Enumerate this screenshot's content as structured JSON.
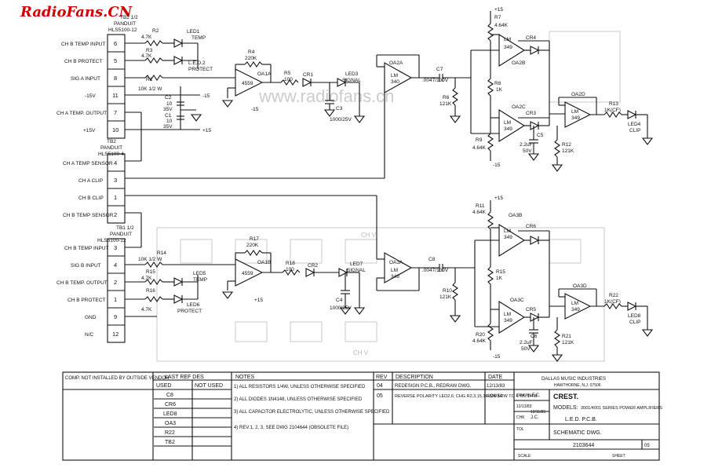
{
  "watermark": "RadioFans.CN",
  "center_watermark": "www.radiofans.cn",
  "tb2": {
    "ref": "TB2 1/2",
    "name": "PANDUIT",
    "part": "HLS5100-12",
    "pins": [
      {
        "num": "6",
        "label": "CH B TEMP INPUT"
      },
      {
        "num": "5",
        "label": "CH B PROTECT"
      },
      {
        "num": "8",
        "label": "SIG A INPUT"
      },
      {
        "num": "11",
        "label": "-15V"
      },
      {
        "num": "7",
        "label": "CH A TEMP. OUTPUT"
      },
      {
        "num": "10",
        "label": "+15V"
      }
    ]
  },
  "tb2b": {
    "ref": "TB2",
    "name": "PANDUIT",
    "part": "HLS5100-4",
    "pins": [
      {
        "num": "4",
        "label": "CH A TEMP SENSOR"
      },
      {
        "num": "3",
        "label": "CH A CLIP"
      },
      {
        "num": "1",
        "label": "CH B CLIP"
      },
      {
        "num": "2",
        "label": "CH B TEMP SENSOR"
      }
    ]
  },
  "tb1": {
    "ref": "TB1 1/2",
    "name": "PANDUIT",
    "part": "HLS5100-12",
    "pins": [
      {
        "num": "3",
        "label": "CH B TEMP INPUT"
      },
      {
        "num": "4",
        "label": "SIG B INPUT"
      },
      {
        "num": "2",
        "label": "CH B TEMP. OUTPUT"
      },
      {
        "num": "1",
        "label": "CH B PROTECT"
      },
      {
        "num": "9",
        "label": "GND"
      },
      {
        "num": "12",
        "label": "N/C"
      }
    ]
  },
  "parts": {
    "r2": "R2",
    "r2v": "4.7K",
    "led1": "LED1",
    "led1f": "TEMP",
    "r3": "R3",
    "r3v": "4.7K",
    "led2": "L.E.D.2",
    "led2f": "PROTECT",
    "r1": "R1",
    "r1v": "10K 1/2 W",
    "c2": "C2",
    "c2v": "10",
    "c2v2": "35V",
    "c1": "C1",
    "c1v": "10",
    "c1v2": "35V",
    "m15": "-15",
    "p15": "+15",
    "r4": "R4",
    "r4v": "220K",
    "oa1a": "OA1A",
    "ic1": "4559",
    "r5": "R5",
    "r5v": "100",
    "cr1": "CR1",
    "led3": "LED3",
    "led3f": "SIGNAL",
    "c3": "C3",
    "c3v": "1000/25V",
    "oa2a": "OA2A",
    "lm": "LM",
    "lm340": "340",
    "c7": "C7",
    "c7v": ".0047/100V",
    "r6": "R6",
    "r6v": "121K",
    "r7": "R7",
    "r7v": "4.64K",
    "lm349": "349",
    "oa2b": "OA2B",
    "cr4": "CR4",
    "r8": "R8",
    "r8v": "1K",
    "oa2c": "OA2C",
    "cr3": "CR3",
    "r9": "R9",
    "r9v": "4.64K",
    "c5": "C5",
    "c5v": "2.2uF",
    "c5v2": "50V",
    "r12": "R12",
    "r12v": "121K",
    "oa2d": "OA2D",
    "r13": "R13",
    "r13v": "1K(CF)",
    "led4": "LED4",
    "led4f": "CLIP",
    "r11": "R11",
    "r11v": "4.64K",
    "oa3b": "OA3B",
    "cr6": "CR6",
    "r17": "R17",
    "r17v": "220K",
    "oa1b": "OA1B",
    "r18": "R18",
    "r18v": "100",
    "cr2": "CR2",
    "led7": "LED7",
    "led7f": "SIGNAL",
    "c4": "C4",
    "c4v": "1000/25V",
    "oa3a": "OA3A",
    "lm349b": "349",
    "c8": "C8",
    "c8v": ".0047/100V",
    "r10": "R10",
    "r10v": "121K",
    "r15": "R15",
    "r15v": "1K",
    "oa3c": "OA3C",
    "cr5": "CR5",
    "r20": "R20",
    "r20v": "4.64K",
    "c6": "C6",
    "c6v": "2.2uF",
    "c6v2": "50V",
    "r21": "R21",
    "r21v": "121K",
    "oa3d": "OA3D",
    "r22": "R22",
    "r22v": "1K(CF)",
    "led8": "LED8",
    "led8f": "CLIP",
    "r14": "R14",
    "r14v": "10K 1/2 W",
    "led5": "LED5",
    "led5f": "TEMP",
    "r15b": "R15",
    "r15bv": "4.7K",
    "r16": "R16",
    "r16v": "4.7K",
    "led6": "LED6",
    "led6f": "PROTECT"
  },
  "title_block": {
    "comp_note": "COMP. NOT INSTALLED BY OUTSIDE VENDOR",
    "last_ref_header": "LAST REF DES",
    "used_header": "USED",
    "not_used_header": "NOT USED",
    "last_refs": [
      "C8",
      "CR6",
      "LED8",
      "OA3",
      "R22",
      "TB2"
    ],
    "notes_header": "NOTES",
    "notes": [
      "1) ALL RESISTORS 1/4W, UNLESS OTHERWISE SPECIFIED",
      "2) ALL DIODES 1N4148, UNLESS OTHERWISE SPECIFIED",
      "3) ALL CAPACITOR ELECTROLYTIC, UNLESS OTHERWISE SPECIFIED",
      "4) REV.1, 2, 3, SEE DWG 2104644 (OBSOLETE FILE)"
    ],
    "rev_header": "REV",
    "desc_header": "DESCRIPTION",
    "date_header": "DATE",
    "revs": [
      {
        "rev": "04",
        "desc": "REDESIGN P.C.B., REDRAW DWG.",
        "date": "12/13/83"
      },
      {
        "rev": "05",
        "desc": "REVERSE POLARITY LED2,6; CHG R2,3,15,16-820 1/2W TO 4.7K, 1/4W",
        "date": "4/24/84"
      }
    ],
    "company": "DALLAS MUSIC INDUSTRIES",
    "company_addr": "HAWTHORNE, N.J. 07506",
    "brand": "CREST.",
    "models_label": "MODELS:",
    "models": "3001/4001 SERIES POWER AMPLIFIERS",
    "dwg_title": "L.E.D. P.C.B.",
    "dwg_type": "SCHEMATIC DWG.",
    "drawn_label": "DRAWN",
    "drawn_by": "F.C.",
    "drawn_date": "12/13/83",
    "chk_label": "CHK",
    "chk_by": "J.C.",
    "chk_date": "12/11/83",
    "tol_label": "TOL",
    "dwg_no": "2103644",
    "rev_no": "05",
    "scale_label": "SCALE",
    "sheet_label": "SHEET"
  }
}
